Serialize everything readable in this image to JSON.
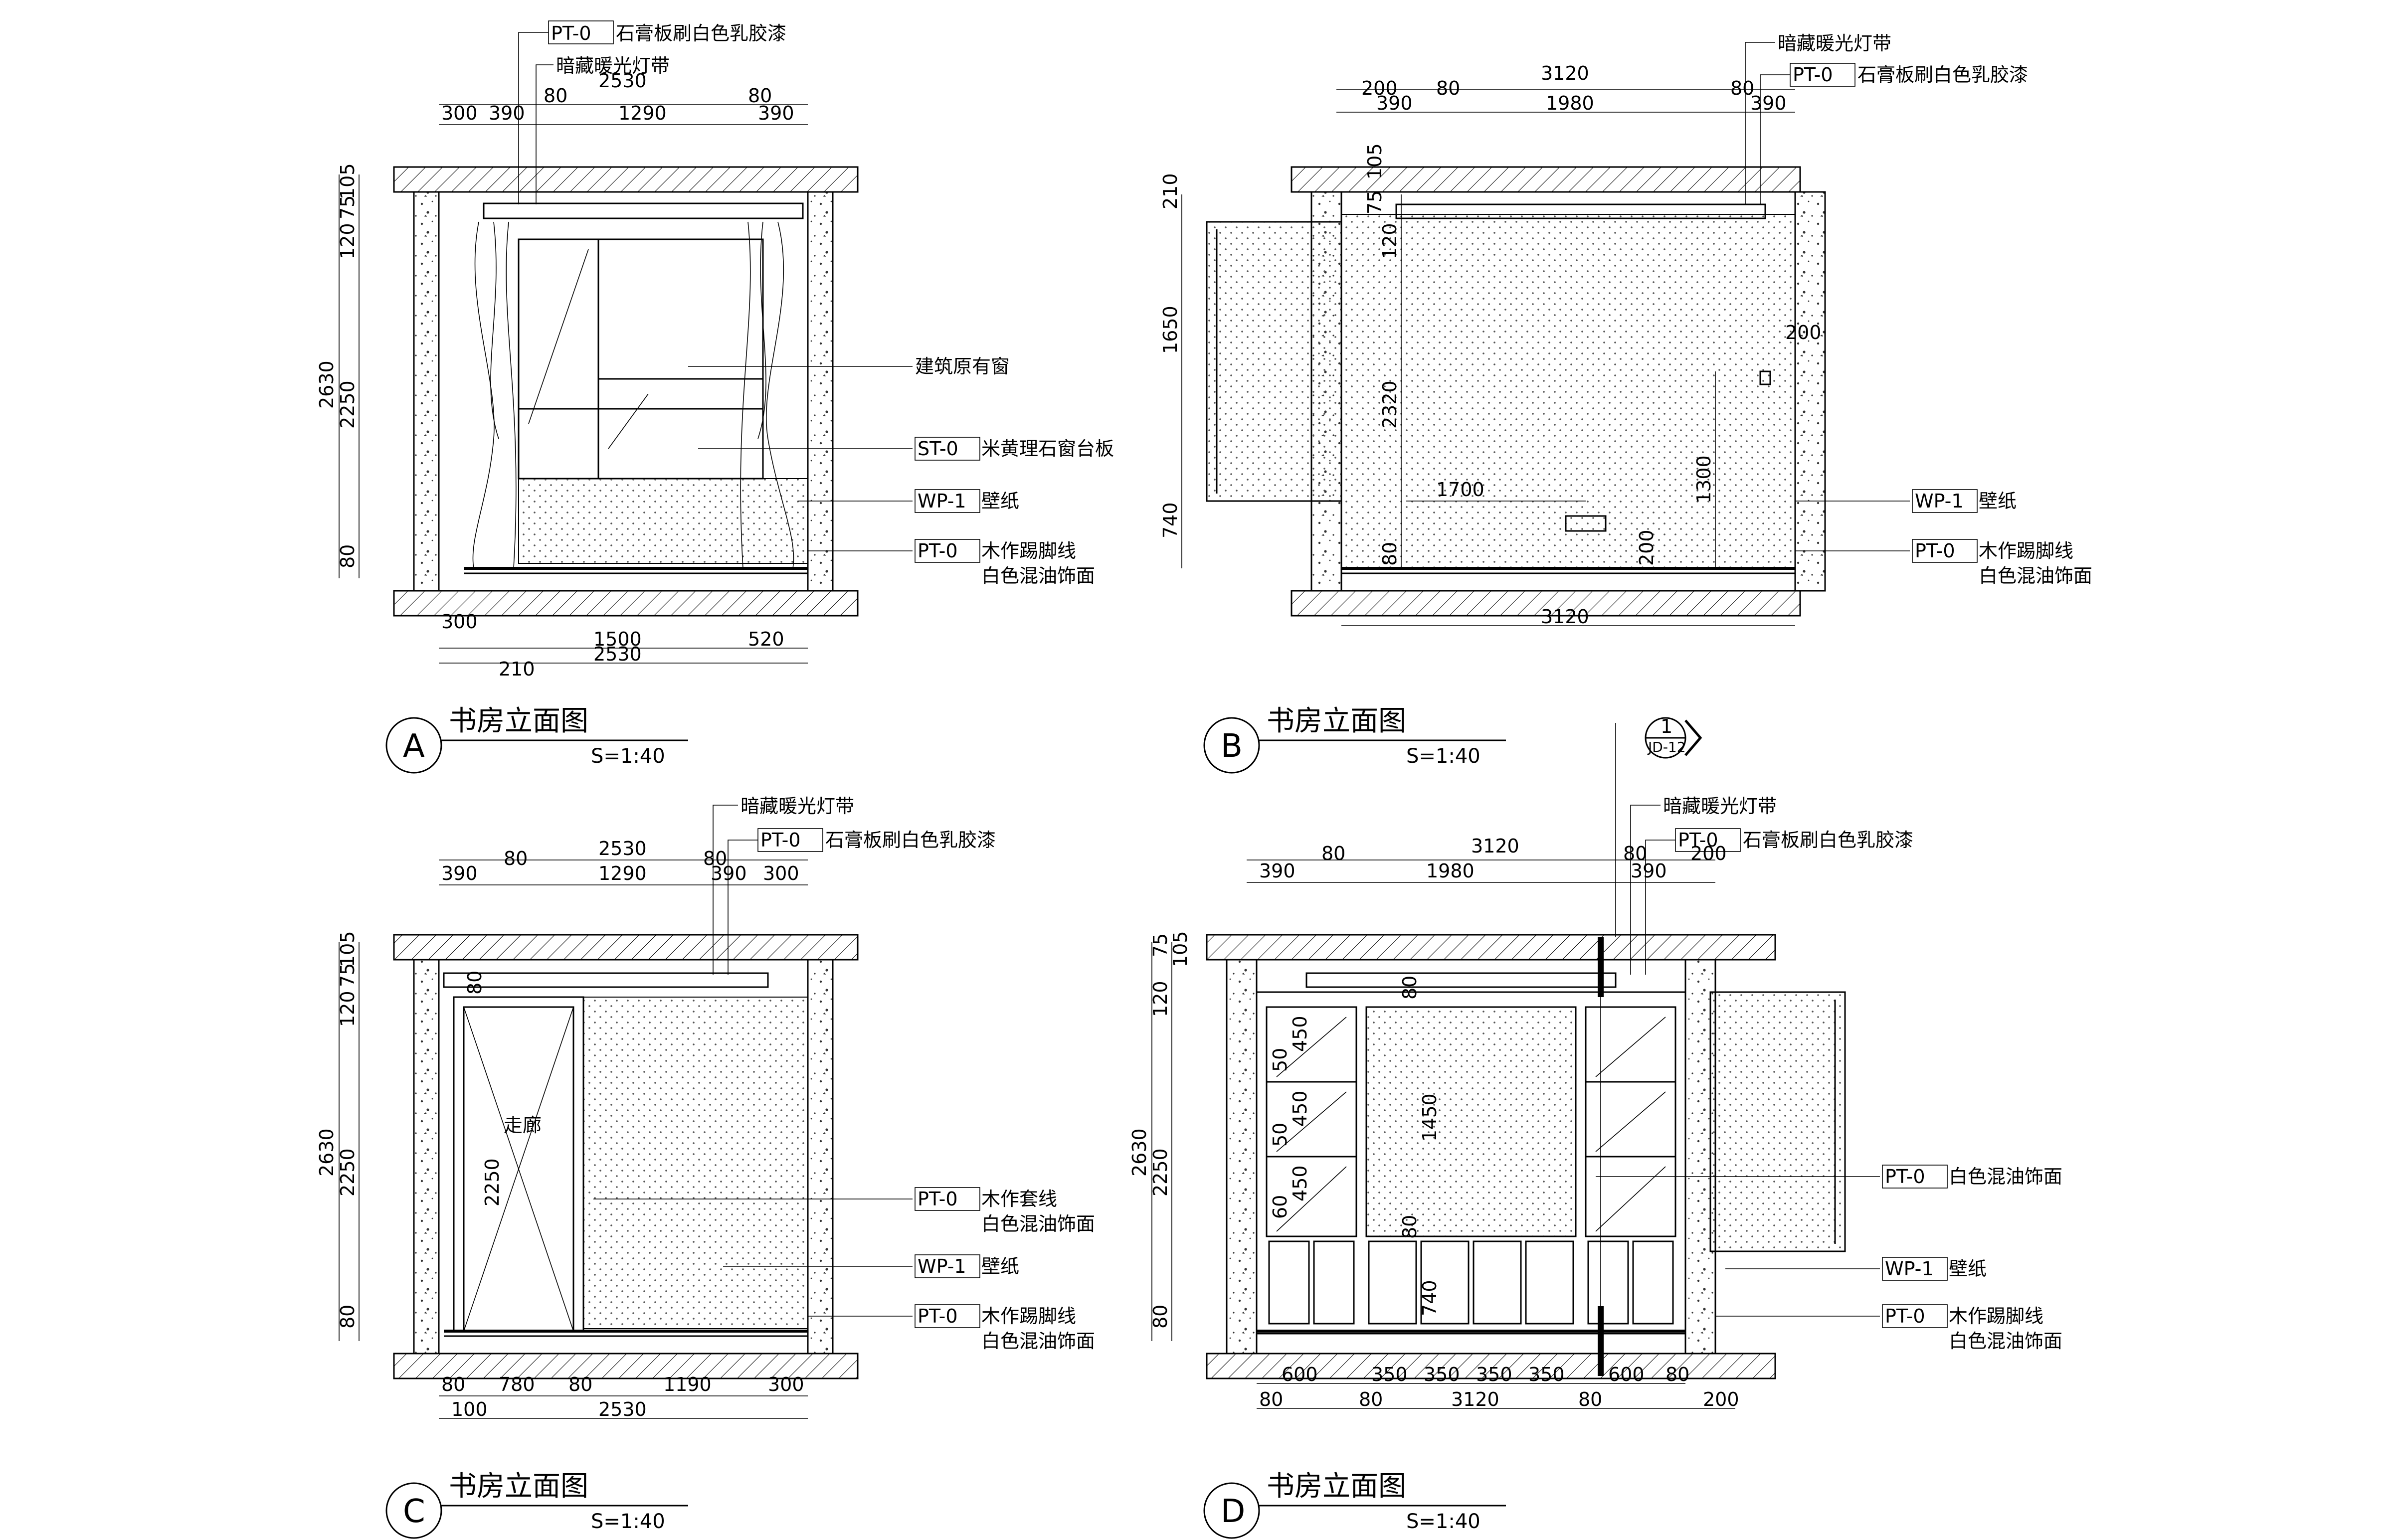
{
  "sheet_title": "书房立面图",
  "views": [
    {
      "id": "A",
      "title": "书房立面图",
      "scale": "S=1:40",
      "top_dims": [
        "300",
        "390",
        "80",
        "1290",
        "80",
        "390",
        "2530"
      ],
      "left_dims": [
        "105",
        "75",
        "120",
        "2630",
        "2250",
        "80"
      ],
      "bottom_dims": [
        "300",
        "1500",
        "520",
        "2530",
        "210"
      ],
      "callouts": [
        {
          "tag": "PT-0",
          "text": "石膏板刷白色乳胶漆"
        },
        {
          "tag": "",
          "text": "暗藏暖光灯带"
        },
        {
          "tag": "",
          "text": "建筑原有窗"
        },
        {
          "tag": "ST-0",
          "text": "米黄理石窗台板"
        },
        {
          "tag": "WP-1",
          "text": "壁纸"
        },
        {
          "tag": "PT-0",
          "text": "木作踢脚线"
        },
        {
          "tag": "",
          "text": "白色混油饰面"
        }
      ]
    },
    {
      "id": "B",
      "title": "书房立面图",
      "scale": "S=1:40",
      "top_dims": [
        "3120",
        "200",
        "390",
        "80",
        "1980",
        "80",
        "390"
      ],
      "left_dims": [
        "210",
        "1650",
        "740"
      ],
      "inner_dims": [
        "105",
        "75",
        "120",
        "2320",
        "200",
        "1700",
        "1300",
        "80",
        "200"
      ],
      "bottom_dims": [
        "3120"
      ],
      "callouts": [
        {
          "tag": "",
          "text": "暗藏暖光灯带"
        },
        {
          "tag": "PT-0",
          "text": "石膏板刷白色乳胶漆"
        },
        {
          "tag": "WP-1",
          "text": "壁纸"
        },
        {
          "tag": "PT-0",
          "text": "木作踢脚线"
        },
        {
          "tag": "",
          "text": "白色混油饰面"
        }
      ]
    },
    {
      "id": "C",
      "title": "书房立面图",
      "scale": "S=1:40",
      "top_dims": [
        "2530",
        "390",
        "80",
        "1290",
        "80",
        "390",
        "300"
      ],
      "left_dims": [
        "105",
        "75",
        "120",
        "2630",
        "2250",
        "80"
      ],
      "inner_dims": [
        "80",
        "2250"
      ],
      "bottom_dims": [
        "80",
        "780",
        "80",
        "1190",
        "300",
        "100",
        "2530"
      ],
      "room_label": "走廊",
      "callouts": [
        {
          "tag": "",
          "text": "暗藏暖光灯带"
        },
        {
          "tag": "PT-0",
          "text": "石膏板刷白色乳胶漆"
        },
        {
          "tag": "PT-0",
          "text": "木作套线"
        },
        {
          "tag": "",
          "text": "白色混油饰面"
        },
        {
          "tag": "WP-1",
          "text": "壁纸"
        },
        {
          "tag": "PT-0",
          "text": "木作踢脚线"
        },
        {
          "tag": "",
          "text": "白色混油饰面"
        }
      ]
    },
    {
      "id": "D",
      "title": "书房立面图",
      "scale": "S=1:40",
      "top_dims": [
        "3120",
        "390",
        "80",
        "1980",
        "80",
        "390",
        "200"
      ],
      "left_dims": [
        "75",
        "105",
        "120",
        "2630",
        "2250",
        "80"
      ],
      "inner_dims": [
        "80",
        "50",
        "450",
        "50",
        "450",
        "60",
        "450",
        "1450",
        "80",
        "740"
      ],
      "bottom_dims": [
        "600",
        "350",
        "350",
        "350",
        "350",
        "600",
        "80",
        "80",
        "80",
        "80",
        "3120",
        "200"
      ],
      "section_mark": {
        "number": "1",
        "sheet": "JD-12"
      },
      "callouts": [
        {
          "tag": "",
          "text": "暗藏暖光灯带"
        },
        {
          "tag": "PT-0",
          "text": "石膏板刷白色乳胶漆"
        },
        {
          "tag": "PT-0",
          "text": "白色混油饰面"
        },
        {
          "tag": "WP-1",
          "text": "壁纸"
        },
        {
          "tag": "PT-0",
          "text": "木作踢脚线"
        },
        {
          "tag": "",
          "text": "白色混油饰面"
        }
      ]
    }
  ]
}
